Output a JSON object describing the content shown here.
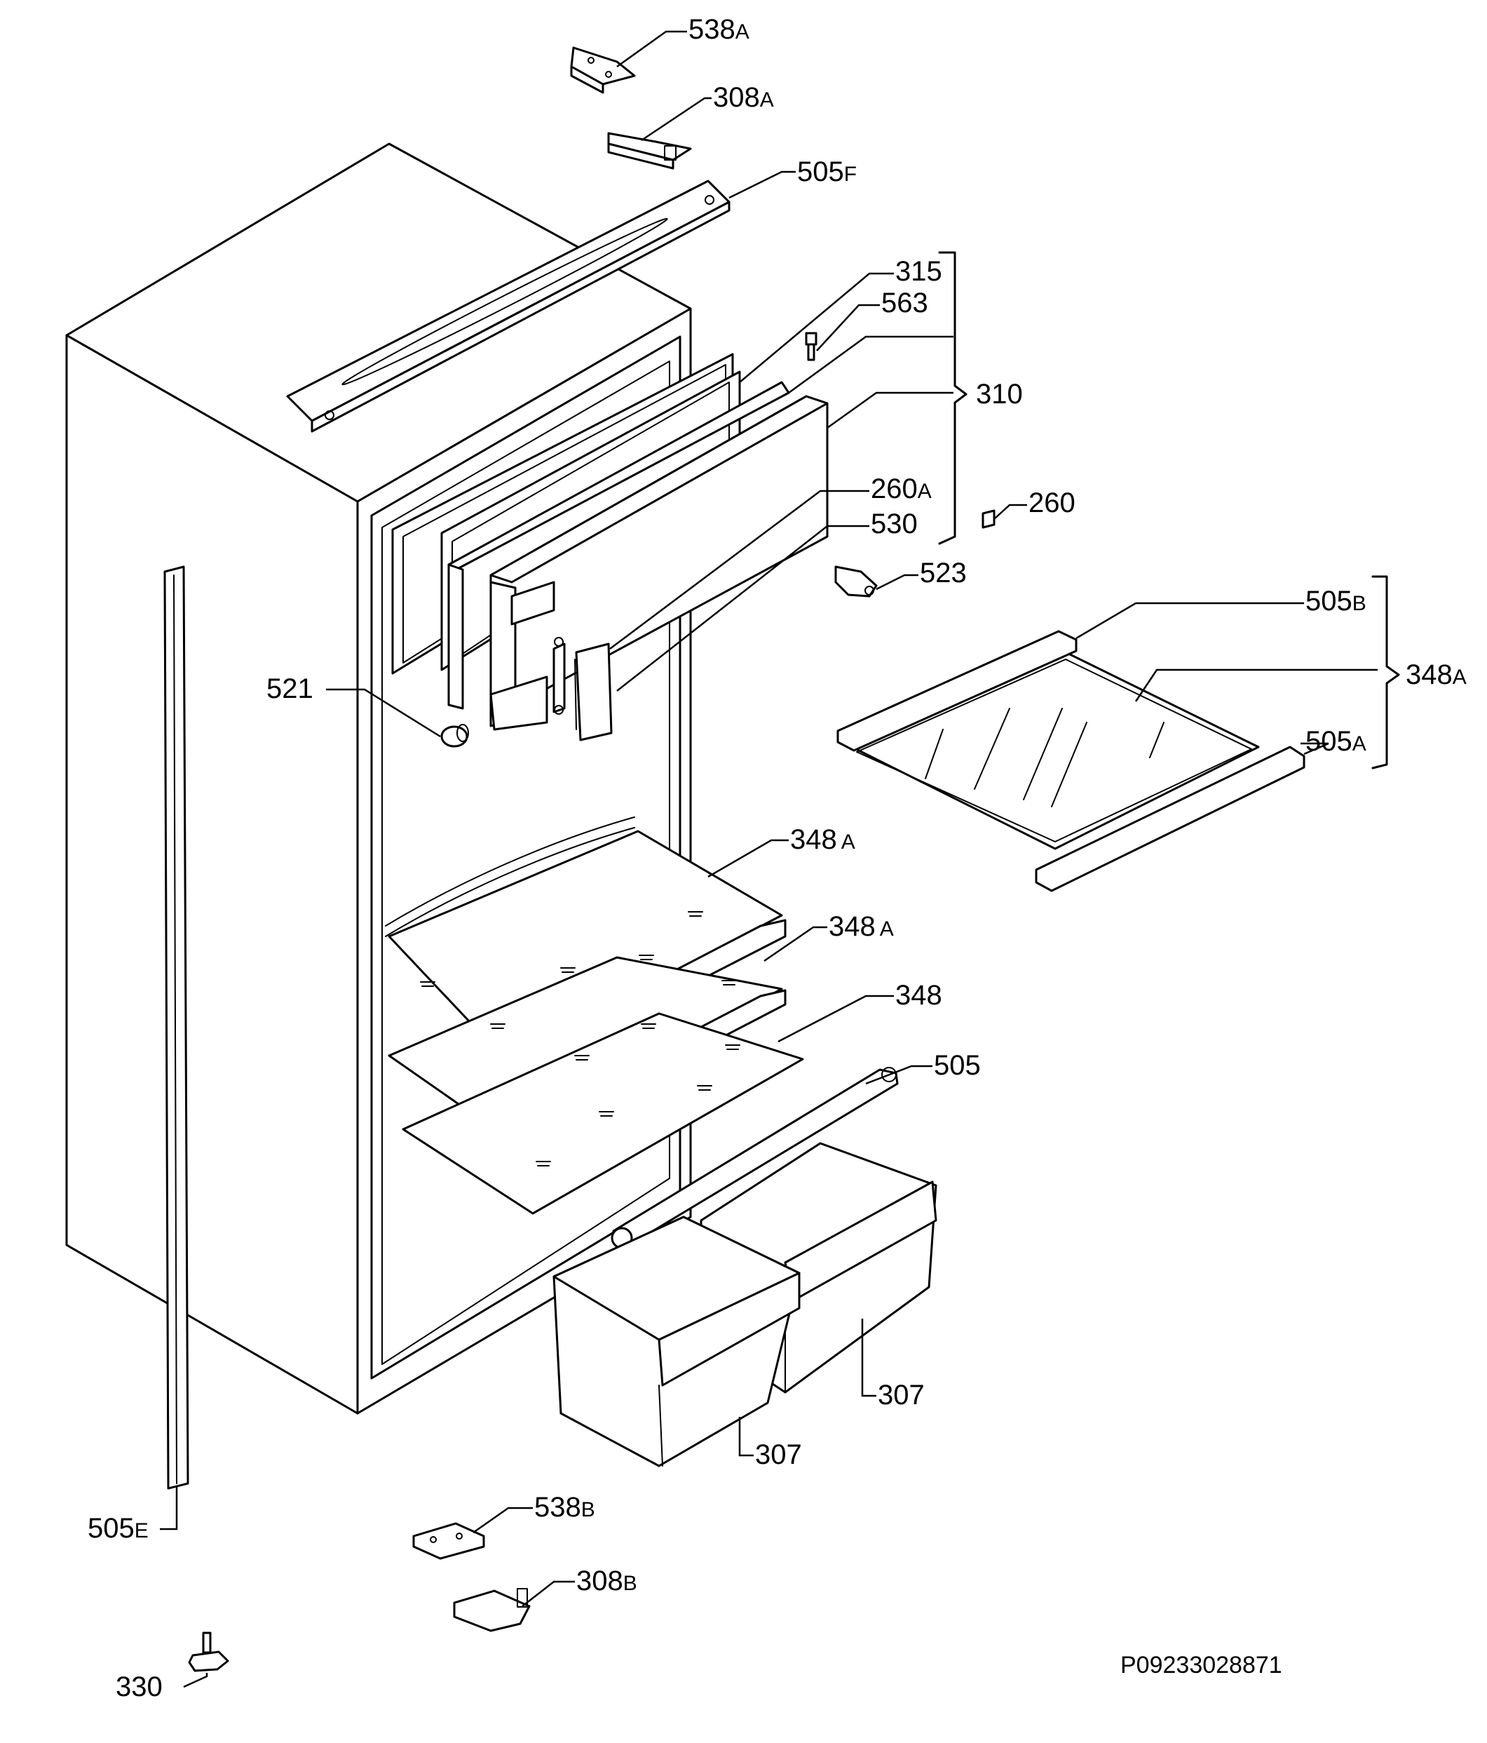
{
  "labels": [
    {
      "id": "l538a",
      "num": "538",
      "suffix": "A"
    },
    {
      "id": "l308a",
      "num": "308",
      "suffix": "A"
    },
    {
      "id": "l505f",
      "num": "505",
      "suffix": "F"
    },
    {
      "id": "l315",
      "num": "315",
      "suffix": ""
    },
    {
      "id": "l563",
      "num": "563",
      "suffix": ""
    },
    {
      "id": "l310",
      "num": "310",
      "suffix": ""
    },
    {
      "id": "l260a",
      "num": "260",
      "suffix": "A"
    },
    {
      "id": "l530",
      "num": "530",
      "suffix": ""
    },
    {
      "id": "l260",
      "num": "260",
      "suffix": ""
    },
    {
      "id": "l523",
      "num": "523",
      "suffix": ""
    },
    {
      "id": "l505b",
      "num": "505",
      "suffix": "B"
    },
    {
      "id": "l348a_right",
      "num": "348",
      "suffix": "A"
    },
    {
      "id": "l505a",
      "num": "505",
      "suffix": "A"
    },
    {
      "id": "l521",
      "num": "521",
      "suffix": ""
    },
    {
      "id": "l348a_1",
      "num": "348",
      "suffix": "A"
    },
    {
      "id": "l348a_2",
      "num": "348",
      "suffix": "A"
    },
    {
      "id": "l348",
      "num": "348",
      "suffix": ""
    },
    {
      "id": "l505",
      "num": "505",
      "suffix": ""
    },
    {
      "id": "l307_right",
      "num": "307",
      "suffix": ""
    },
    {
      "id": "l307_left",
      "num": "307",
      "suffix": ""
    },
    {
      "id": "l538b",
      "num": "538",
      "suffix": "B"
    },
    {
      "id": "l308b",
      "num": "308",
      "suffix": "B"
    },
    {
      "id": "l505e",
      "num": "505",
      "suffix": "E"
    },
    {
      "id": "l330",
      "num": "330",
      "suffix": ""
    }
  ],
  "drawing_code": "P09233028871",
  "colors": {
    "line": "#000000",
    "background": "#ffffff"
  }
}
